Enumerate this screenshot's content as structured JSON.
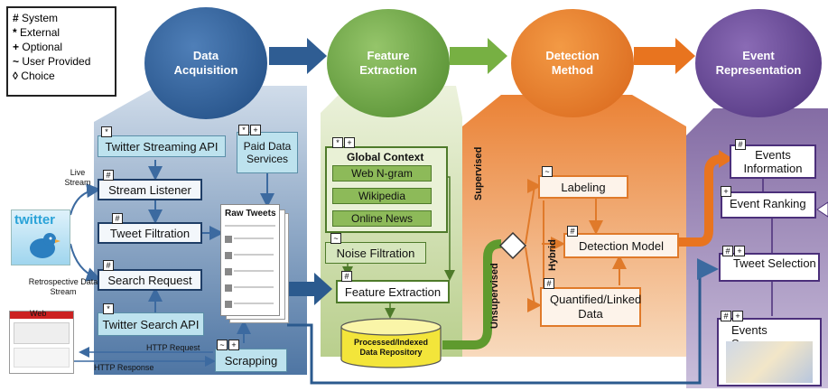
{
  "legend": [
    {
      "symbol": "#",
      "text": "System"
    },
    {
      "symbol": "*",
      "text": "External"
    },
    {
      "symbol": "+",
      "text": "Optional"
    },
    {
      "symbol": "~",
      "text": "User Provided"
    },
    {
      "symbol": "◊",
      "text": "Choice"
    }
  ],
  "stages": {
    "acquisition": "Data Acquisition",
    "extraction": "Feature Extraction",
    "detection": "Detection Method",
    "representation": "Event Representation"
  },
  "acquisition": {
    "twitter_logo": "twitter",
    "live_stream": "Live Stream",
    "retro_stream": "Retrospective Data Stream",
    "web_label": "Web",
    "streaming_api": "Twitter Streaming API",
    "stream_listener": "Stream Listener",
    "tweet_filtration": "Tweet Filtration",
    "search_request": "Search Request",
    "search_api": "Twitter Search API",
    "paid_services": "Paid Data Services",
    "raw_tweets": "Raw Tweets",
    "scrapping": "Scrapping",
    "http_request": "HTTP Request",
    "http_response": "HTTP Response"
  },
  "extraction": {
    "global_context": "Global Context",
    "web_ngram": "Web N-gram",
    "wikipedia": "Wikipedia",
    "online_news": "Online News",
    "noise_filtration": "Noise Filtration",
    "feature_extraction": "Feature Extraction",
    "repository": "Processed/Indexed Data Repository"
  },
  "detection": {
    "supervised": "Supervised",
    "unsupervised": "Unsupervised",
    "hybrid": "Hybrid",
    "labeling": "Labeling",
    "detection_model": "Detection Model",
    "quantified": "Quantified/Linked Data"
  },
  "representation": {
    "events_info": "Events Information",
    "event_ranking": "Event Ranking",
    "tweet_selection": "Tweet Selection",
    "events_summary": "Events Summary"
  },
  "colors": {
    "blue": "#2f5d93",
    "green": "#6e9e3c",
    "orange": "#e8741f",
    "purple": "#5b3b86"
  }
}
